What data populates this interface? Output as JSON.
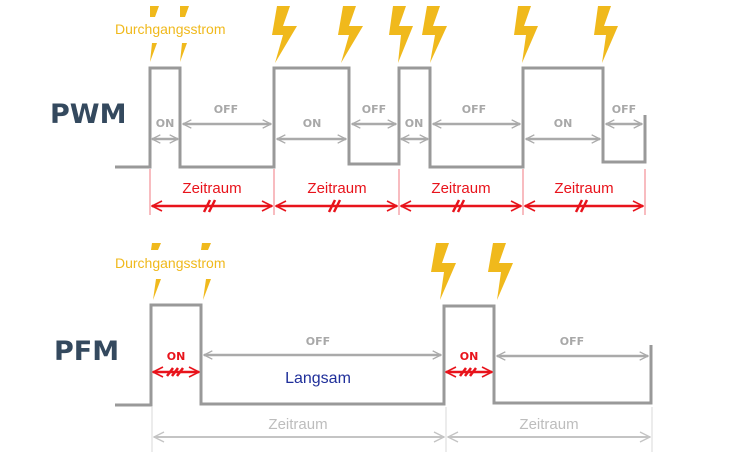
{
  "pwm": {
    "label": "PWM",
    "current_label": "Durchgangsstrom",
    "on_label": "ON",
    "off_label": "OFF",
    "period_label": "Zeitraum",
    "periods": [
      {
        "on_fraction": 0.25,
        "off_fraction": 0.75
      },
      {
        "on_fraction": 0.6,
        "off_fraction": 0.4
      },
      {
        "on_fraction": 0.25,
        "off_fraction": 0.75
      },
      {
        "on_fraction": 0.65,
        "off_fraction": 0.35
      }
    ]
  },
  "pfm": {
    "label": "PFM",
    "current_label": "Durchgangsstrom",
    "on_label": "ON",
    "off_label": "OFF",
    "period_label": "Zeitraum",
    "slow_label": "Langsam",
    "periods": [
      {
        "on_fraction": 0.17,
        "off_fraction": 0.83
      },
      {
        "on_fraction": 0.24,
        "off_fraction": 0.76
      }
    ]
  },
  "colors": {
    "label": "#34495e",
    "wave": "#999999",
    "current": "#f0b91c",
    "period_pwm": "#e8131b",
    "slow": "#1f2f9a"
  }
}
